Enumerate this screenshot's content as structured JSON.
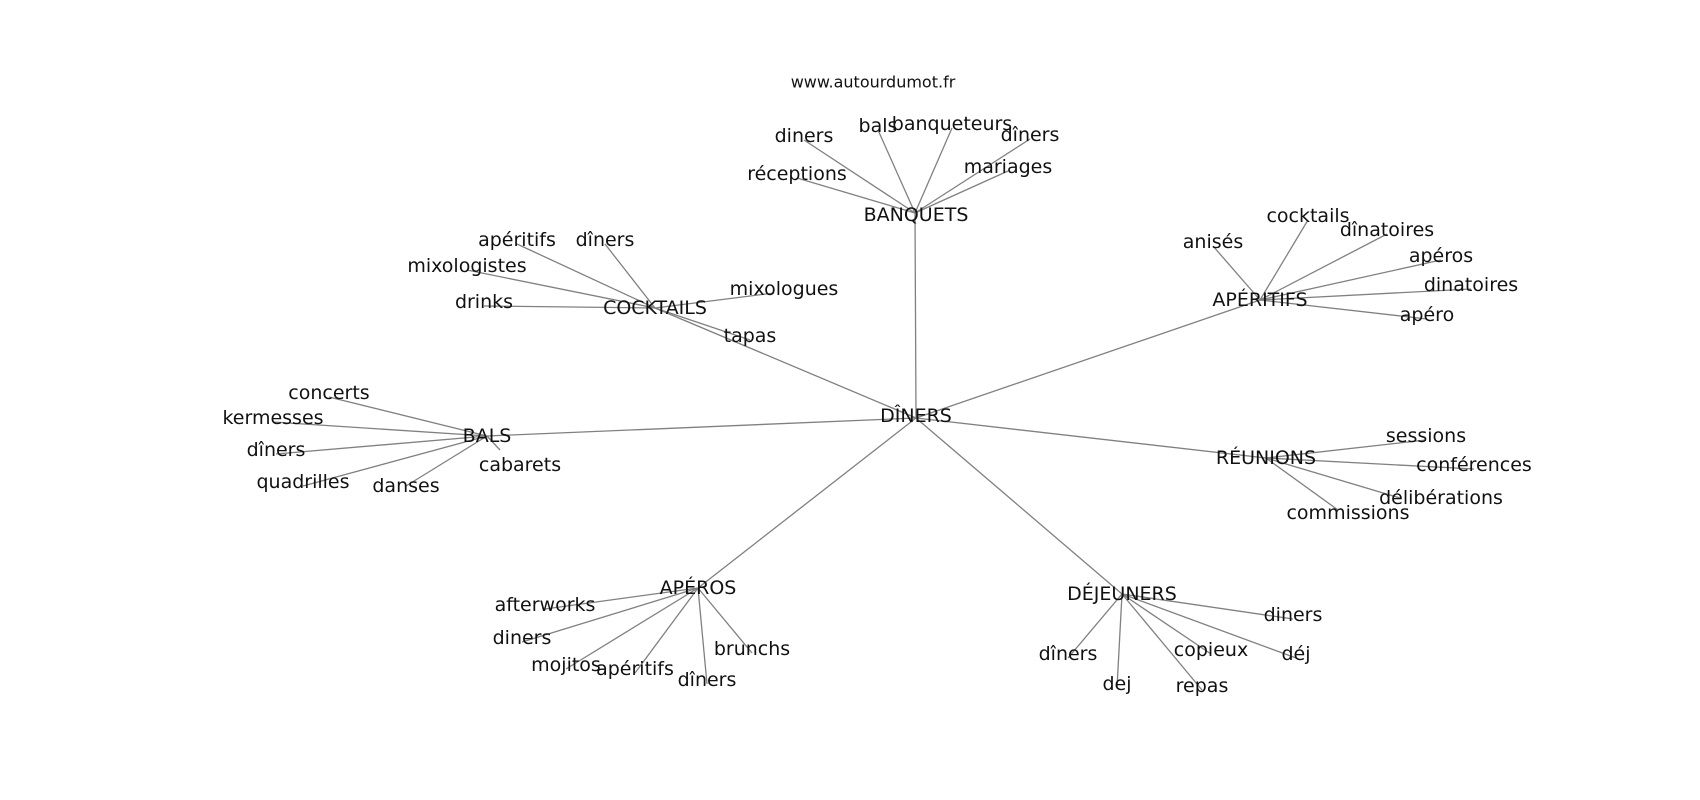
{
  "credit": "www.autourdumot.fr",
  "graph": {
    "root": "DÎNERS",
    "hubs": [
      {
        "label": "BANQUETS",
        "leaves": [
          "diners",
          "bals",
          "banqueteurs",
          "dîners",
          "réceptions",
          "mariages"
        ]
      },
      {
        "label": "COCKTAILS",
        "leaves": [
          "apéritifs",
          "dîners",
          "mixologistes",
          "drinks",
          "mixologues",
          "tapas"
        ]
      },
      {
        "label": "APÉRITIFS",
        "leaves": [
          "anisés",
          "cocktails",
          "dînatoires",
          "apéros",
          "dinatoires",
          "apéro"
        ]
      },
      {
        "label": "BALS",
        "leaves": [
          "concerts",
          "kermesses",
          "dîners",
          "quadrilles",
          "danses",
          "cabarets"
        ]
      },
      {
        "label": "RÉUNIONS",
        "leaves": [
          "sessions",
          "conférences",
          "délibérations",
          "commissions"
        ]
      },
      {
        "label": "APÉROS",
        "leaves": [
          "afterworks",
          "diners",
          "mojitos",
          "apéritifs",
          "dîners",
          "brunchs"
        ]
      },
      {
        "label": "DÉJEUNERS",
        "leaves": [
          "diners",
          "dîners",
          "copieux",
          "déj",
          "dej",
          "repas"
        ]
      }
    ]
  }
}
